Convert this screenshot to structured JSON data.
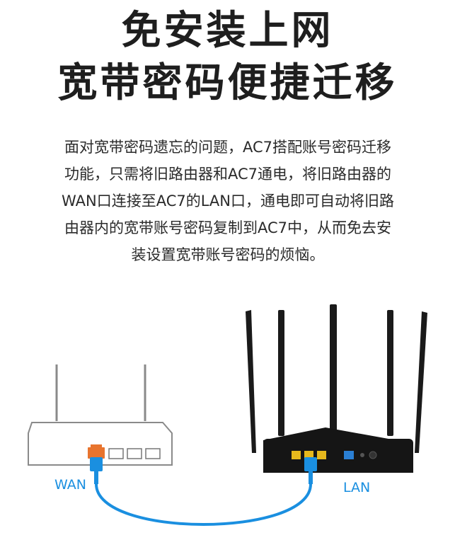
{
  "heading": {
    "line1": "免安装上网",
    "line2": "宽带密码便捷迁移"
  },
  "description": {
    "lines": [
      "面对宽带密码遗忘的问题，AC7搭配账号密码迁移",
      "功能，只需将旧路由器和AC7通电，将旧路由器的",
      "WAN口连接至AC7的LAN口，通电即可自动将旧路",
      "由器内的宽带账号密码复制到AC7中，从而免去安",
      "装设置宽带账号密码的烦恼。"
    ]
  },
  "diagram": {
    "wan_label": "WAN",
    "lan_label": "LAN",
    "colors": {
      "cable": "#1a8fe0",
      "wan_port": "#e8742e",
      "lan_port": "#e6b81d",
      "new_router": "#151515",
      "old_router_outline": "#8a8a8a"
    },
    "icons": [
      "old-router-outline",
      "ac7-router",
      "ethernet-cable"
    ]
  }
}
